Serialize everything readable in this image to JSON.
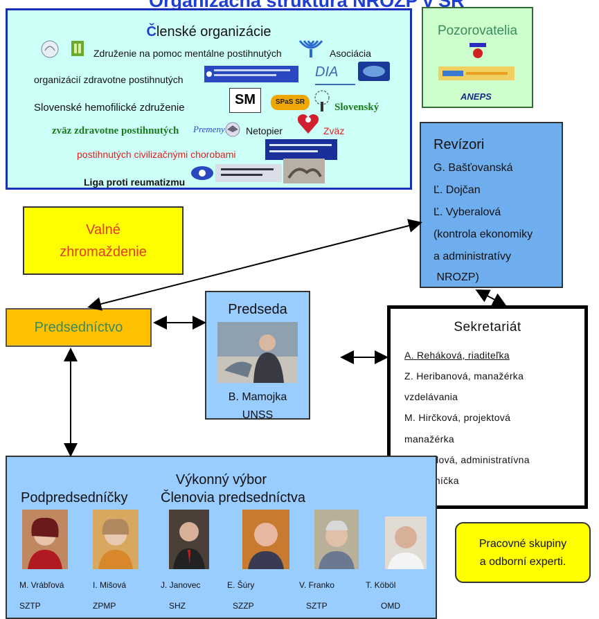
{
  "title": "Organizačná štruktúra NROZP v SR",
  "members": {
    "heading_cap": "Č",
    "heading_rest": "lenské organizácie",
    "line1": "Združenie na pomoc mentálne postihnutých",
    "line1b": "Asociácia",
    "line2": "organizácií zdravotne postihnutých",
    "line2_logo": "DIA",
    "line3": "Slovenské hemofilické združenie",
    "line3_logo1": "SM",
    "line3_logo2": "SPaS SR",
    "line3b": "Slovenský",
    "line4": "zväz  zdravotne postihnutých",
    "line4_logo": "Premeny",
    "line4b": "Netopier",
    "line4c": "Zväz",
    "line5": "postihnutých civilizačnými chorobami",
    "line6": "Liga proti reumatizmu"
  },
  "observers": {
    "title": "Pozorovatelia",
    "logo3": "ANEPS"
  },
  "valne": {
    "line1": "Valné",
    "line2": "zhromaždenie"
  },
  "presidium": {
    "label": "Predsedníctvo"
  },
  "chair": {
    "title": "Predseda",
    "name": "B. Mamojka",
    "org": "UNSS"
  },
  "auditors": {
    "title": "Revízori",
    "lines": [
      "G. Bašťovanská",
      "Ľ. Dojčan",
      "Ľ. Vyberalová",
      "(kontrola ekonomiky",
      "a administratívy",
      " NROZP)"
    ]
  },
  "secretariat": {
    "title": "Sekretariát",
    "lines": [
      "A. Reháková, riaditeľka",
      "Z. Heribanová, manažérka",
      "vzdelávania",
      "M. Hirčková, projektová",
      "manažérka",
      "M. Höklová, administratívna",
      "pracovníčka"
    ]
  },
  "exec": {
    "title": "Výkonný výbor",
    "sub1": "Podpredsedníčky",
    "sub2": "Členovia predsedníctva",
    "people": [
      {
        "name": "M. Vrábľová",
        "org": "SZTP"
      },
      {
        "name": "I. Mišová",
        "org": "ZPMP"
      },
      {
        "name": "J. Janovec",
        "org": "SHZ"
      },
      {
        "name": "E.  Šúry",
        "org": "SZZP"
      },
      {
        "name": "V. Franko",
        "org": "SZTP"
      },
      {
        "name": "T. Köböl",
        "org": "OMD"
      }
    ]
  },
  "groups": {
    "line1": "Pracovné skupiny",
    "line2": "a odborní experti."
  }
}
